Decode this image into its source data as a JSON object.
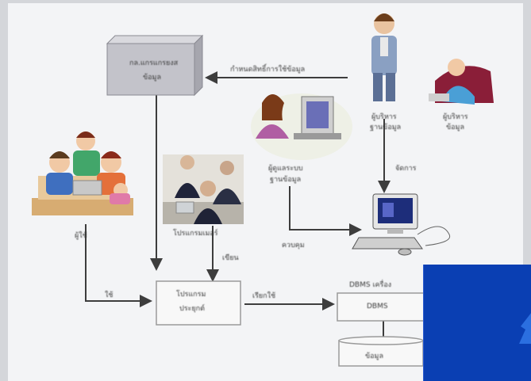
{
  "nodes": {
    "server": {
      "label_line1": "กล.แกรแกรยงส",
      "label_line2": "ข้อมูล"
    },
    "admin": {
      "label_line1": "ผู้บริหาร",
      "label_line2": "ฐานข้อมูล"
    },
    "manager": {
      "label_line1": "ผู้บริหาร",
      "label_line2": "ข้อมูล"
    },
    "operator": {
      "label_line1": "ผู้ดูแลระบบ",
      "label_line2": "ฐานข้อมูล"
    },
    "users": {
      "label": "ผู้ใช้"
    },
    "developers": {
      "label": "โปรแกรมเมอร์"
    },
    "app_program": {
      "label_line1": "โปรแกรม",
      "label_line2": "ประยุกต์"
    },
    "dbms": {
      "title": "DBMS เครื่อง",
      "box1": "DBMS",
      "box2": "ข้อมูล"
    }
  },
  "edges": {
    "admin_to_server": "กำหนดสิทธิ์การใช้ข้อมูล",
    "admin_to_computer": "จัดการ",
    "operator_to_computer": "ควบคุม",
    "developers_to_program": "เขียน",
    "users_to_program": "ใช้",
    "program_to_dbms": "เรียกใช้"
  },
  "colors": {
    "arrow": "#3d3d3d",
    "box_fill": "#f8f8f8",
    "box_stroke": "#9a9a9a",
    "server": "#bfbfc6",
    "overlay": "#0a3fb3"
  }
}
